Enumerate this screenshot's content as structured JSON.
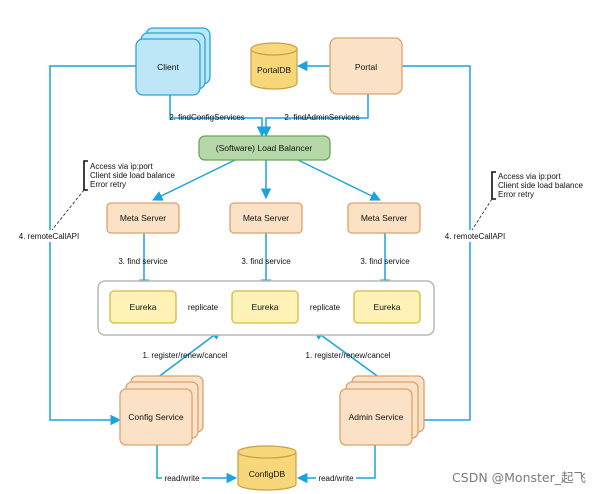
{
  "colors": {
    "edge": "#1aa3dc",
    "client_fill": "#bde7f7",
    "client_stroke": "#2aa4d6",
    "portal_fill": "#fbe2c7",
    "portal_stroke": "#d9a270",
    "db_fill": "#f8d67a",
    "db_stroke": "#c8a242",
    "lb_fill": "#b6d8a8",
    "lb_stroke": "#6aa55a",
    "meta_fill": "#fbe2c7",
    "meta_stroke": "#d9a270",
    "eureka_fill": "#fff3b8",
    "eureka_stroke": "#d9b73d",
    "service_fill": "#fbe2c7",
    "service_stroke": "#d9a270",
    "group_stroke": "#b8b8b8"
  },
  "nodes": {
    "client": "Client",
    "portal": "Portal",
    "portal_db": "PortalDB",
    "load_balancer": "(Software) Load Balancer",
    "meta_servers": [
      "Meta Server",
      "Meta Server",
      "Meta Server"
    ],
    "eurekas": [
      "Eureka",
      "Eureka",
      "Eureka"
    ],
    "config_service": "Config Service",
    "admin_service": "Admin Service",
    "config_db": "ConfigDB"
  },
  "edge_labels": {
    "find_config_services": "2. findConfigServices",
    "find_admin_services": "2. findAdminServices",
    "find_service": [
      "3. find service",
      "3. find service",
      "3. find service"
    ],
    "replicate": [
      "replicate",
      "replicate"
    ],
    "register_left": "1. register/renew/cancel",
    "register_right": "1. register/renew/cancel",
    "remote_call_left": "4. remoteCallAPI",
    "remote_call_right": "4. remoteCallAPI",
    "read_write_left": "read/write",
    "read_write_right": "read/write"
  },
  "notes": {
    "left": [
      "Access via ip:port",
      "Client side load balance",
      "Error retry"
    ],
    "right": [
      "Access via ip:port",
      "Client side load balance",
      "Error retry"
    ]
  },
  "watermark": "CSDN @Monster_起飞"
}
